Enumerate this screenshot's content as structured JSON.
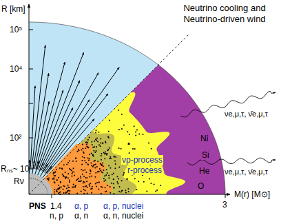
{
  "diagram": {
    "title": "Neutrino cooling and Neutrino-driven wind",
    "labels": [
      "R [km]",
      "10⁵",
      "10⁴",
      "10²",
      "Rₙₛ~ 10",
      "Rν",
      "PNS",
      "1.4",
      "n, p",
      "α, p",
      "α, n",
      "α, p, nuclei",
      "α, n, nuclei",
      "3",
      "M(r) [M⊙]",
      "νp-process",
      "r-process",
      "Ni",
      "Si",
      "He",
      "O",
      "νe,μ,τ, ν̄e,μ,τ",
      "νe,μ,τ, ν̄e,μ,τ"
    ]
  }
}
